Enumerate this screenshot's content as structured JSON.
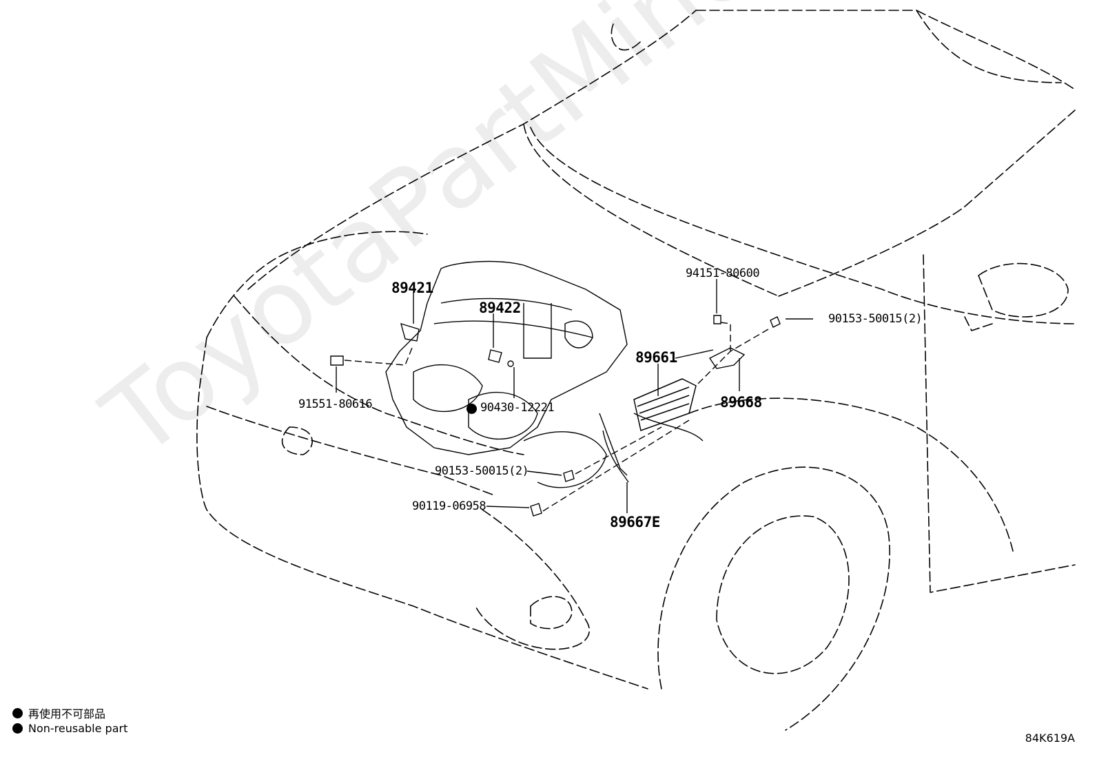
{
  "parts": {
    "p89421": "89421",
    "p89422": "89422",
    "p89661": "89661",
    "p89668": "89668",
    "p94151": "94151-80600",
    "p90153_top": "90153-50015(2)",
    "p91551": "91551-80616",
    "p90430": "90430-12221",
    "p90153_bottom": "90153-50015(2)",
    "p90119": "90119-06958",
    "p89667E": "89667E"
  },
  "legend": {
    "jp": "再使用不可部品",
    "en": "Non-reusable part"
  },
  "figure_code": "84K619A",
  "watermark": "ToyotaPartMine.ru"
}
